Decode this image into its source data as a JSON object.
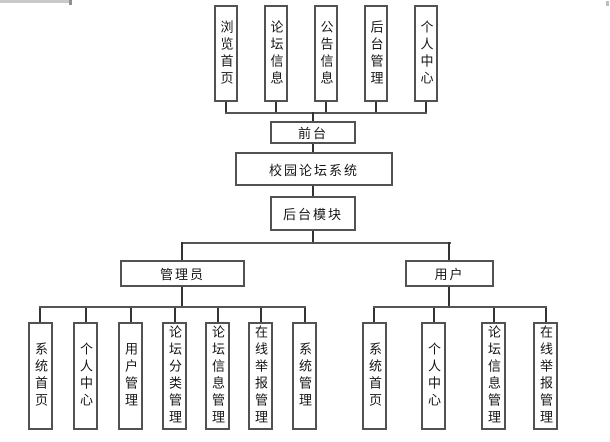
{
  "diagram_title": "校园论坛系统",
  "colors": {
    "background": "#ffffff",
    "box_border": "#525252",
    "line_vertical": "#333333",
    "line_horizontal": "#555555",
    "text": "#141414"
  },
  "tree": {
    "root": {
      "label": "校园论坛系统"
    },
    "frontend": {
      "label": "前台",
      "children": [
        "浏览首页",
        "论坛信息",
        "公告信息",
        "后台管理",
        "个人中心"
      ]
    },
    "backend": {
      "label": "后台模块",
      "admin": {
        "label": "管理员",
        "children": [
          "系统首页",
          "个人中心",
          "用户管理",
          "论坛分类管理",
          "论坛信息管理",
          "在线举报管理",
          "系统管理"
        ]
      },
      "user": {
        "label": "用户",
        "children": [
          "系统首页",
          "个人中心",
          "论坛信息管理",
          "在线举报管理"
        ]
      }
    }
  }
}
